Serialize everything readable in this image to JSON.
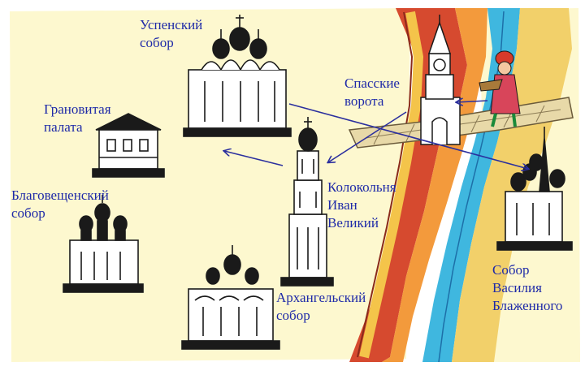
{
  "labels": {
    "uspensky": [
      "Успенский",
      "собор"
    ],
    "granovitaya": [
      "Грановитая",
      "палата"
    ],
    "blagoveshchensky": [
      "Благовещенский",
      "собор"
    ],
    "spasskie": [
      "Спасские",
      "ворота"
    ],
    "kolokolnya": [
      "Колокольня",
      "Иван",
      "Великий"
    ],
    "arkhangelsky": [
      "Архангельский",
      "собор"
    ],
    "vasily": [
      "Собор",
      "Василия",
      "Блаженного"
    ]
  },
  "colors": {
    "paper": "#fdf8cf",
    "label_text": "#1f2aa8",
    "arrow": "#2b2f9e",
    "river": "#3fb7df",
    "wall_red": "#d64a2f",
    "wall_orange": "#f39a3c",
    "bridge": "#e8d9a8",
    "building": "#1a1a1a"
  },
  "icons": [
    "cathedral-icon",
    "palace-icon",
    "bell-tower-icon",
    "tower-gate-icon",
    "merchant-figure-icon",
    "onion-dome-icon"
  ]
}
